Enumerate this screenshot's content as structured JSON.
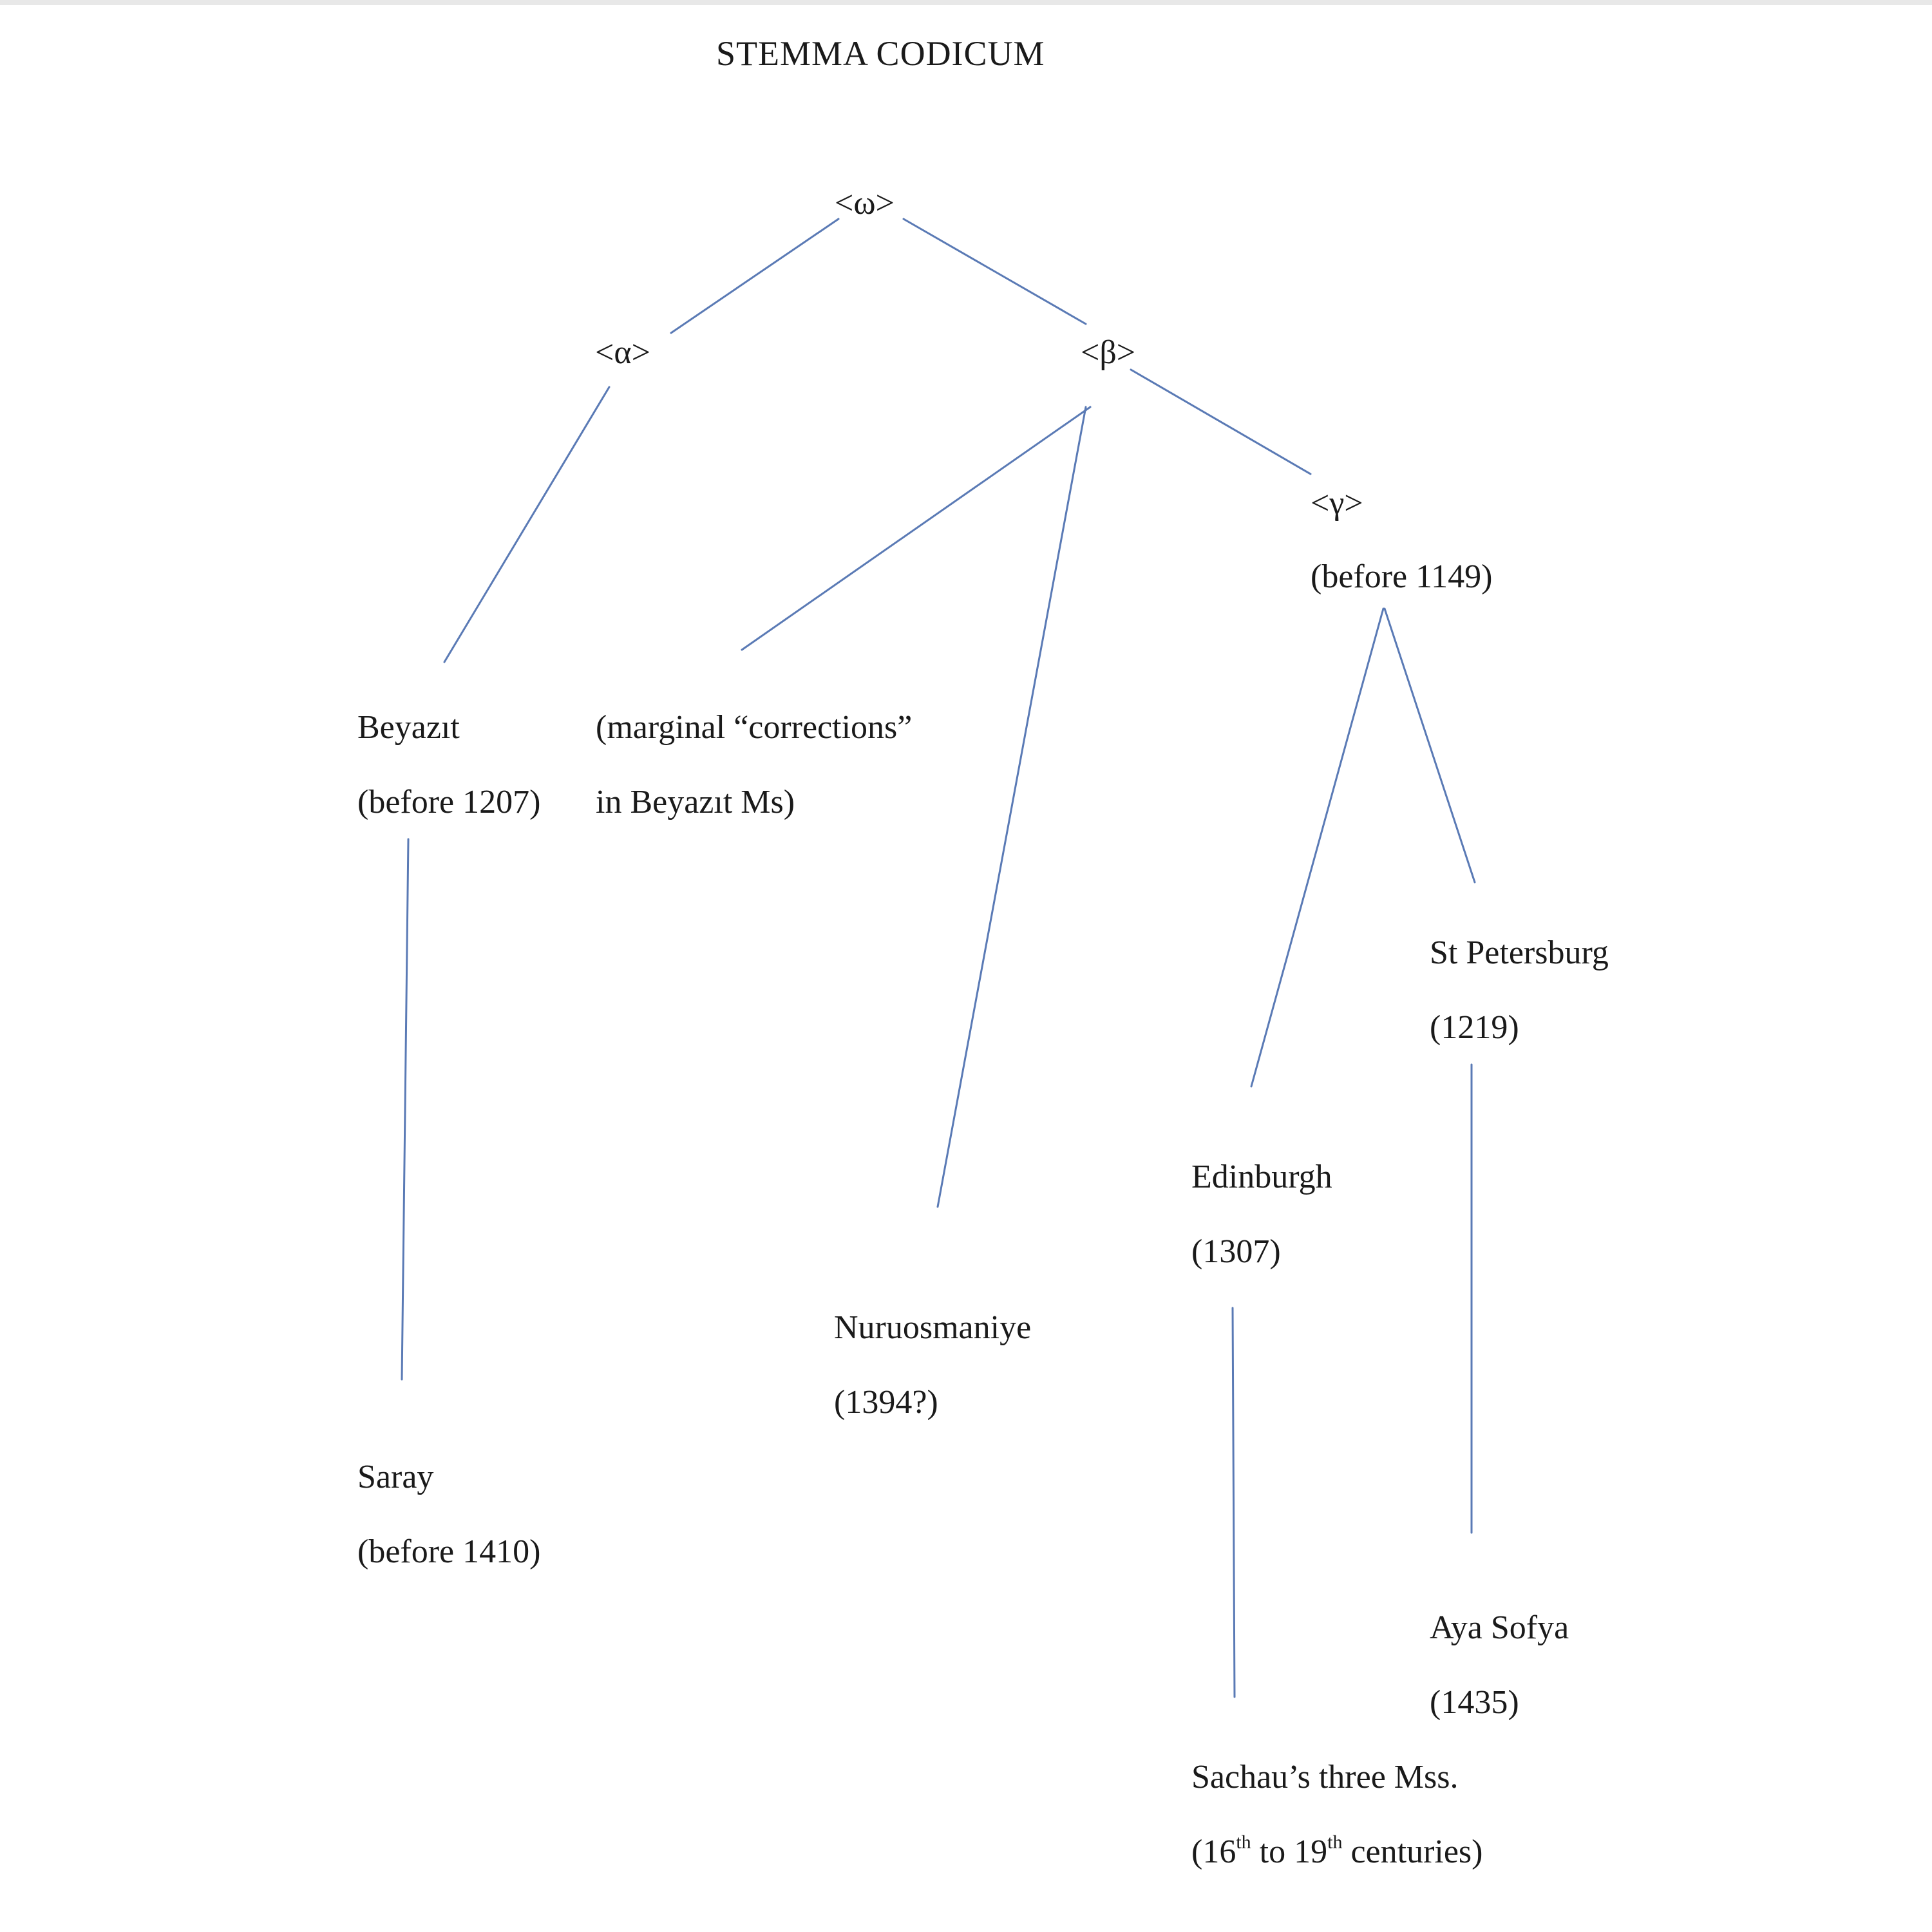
{
  "title": "STEMMA CODICUM",
  "nodes": {
    "omega": "<ω>",
    "alpha": "<α>",
    "beta": "<β>",
    "gamma": "<γ>",
    "gamma_date": "(before 1149)",
    "beyazit": "Beyazıt",
    "beyazit_date": "(before 1207)",
    "marginal_line1": "(marginal “corrections”",
    "marginal_line2": "in Beyazıt Ms)",
    "st_petersburg": "St Petersburg",
    "st_petersburg_date": "(1219)",
    "edinburgh": "Edinburgh",
    "edinburgh_date": "(1307)",
    "nuruosmaniye": "Nuruosmaniye",
    "nuruosmaniye_date": "(1394?)",
    "saray": "Saray",
    "saray_date": "(before 1410)",
    "aya_sofya": "Aya Sofya",
    "aya_sofya_date": "(1435)",
    "sachau": "Sachau’s three Mss.",
    "sachau_date_open": "(16",
    "sachau_date_sup1": "th",
    "sachau_date_mid": " to 19",
    "sachau_date_sup2": "th",
    "sachau_date_close": " centuries)"
  },
  "edge_color": "#5a7ab5"
}
